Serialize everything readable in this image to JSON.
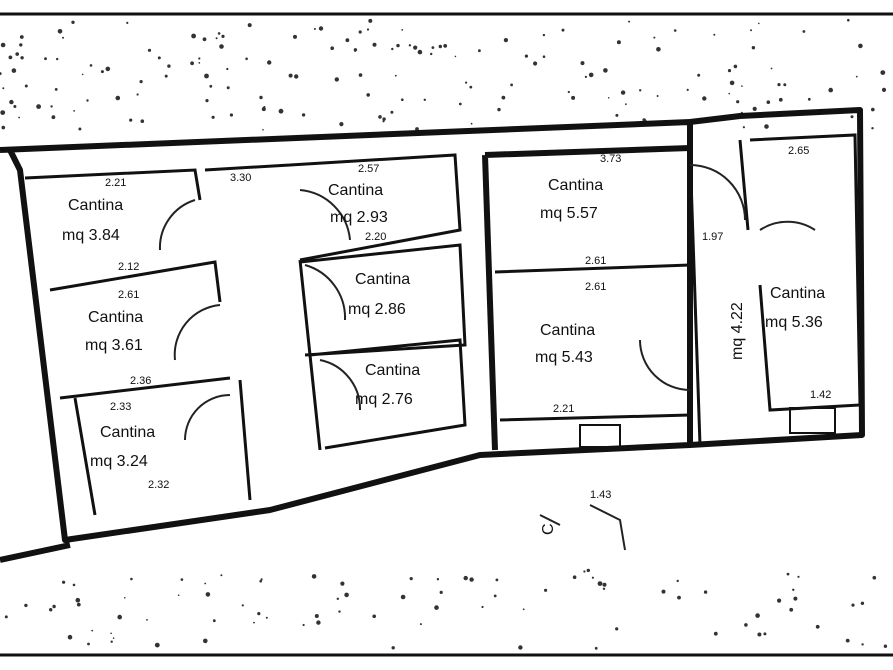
{
  "rooms": [
    {
      "name": "Cantina",
      "area": "mq 3.84"
    },
    {
      "name": "Cantina",
      "area": "mq 2.93"
    },
    {
      "name": "Cantina",
      "area": "mq 2.86"
    },
    {
      "name": "Cantina",
      "area": "mq 3.61"
    },
    {
      "name": "Cantina",
      "area": "mq 2.76"
    },
    {
      "name": "Cantina",
      "area": "mq 3.24"
    },
    {
      "name": "Cantina",
      "area": "mq 5.57"
    },
    {
      "name": "Cantina",
      "area": "mq 5.43"
    },
    {
      "name": "Cantina",
      "area": "mq 5.36"
    }
  ],
  "corridor_area": "mq 4.22",
  "dimensions": [
    "2.21",
    "3.30",
    "2.57",
    "2.20",
    "2.12",
    "2.61",
    "2.36",
    "2.33",
    "2.32",
    "3.73",
    "2.61",
    "2.61",
    "1.97",
    "2.65",
    "2.21",
    "1.42",
    "1.43"
  ],
  "section_mark": "C"
}
